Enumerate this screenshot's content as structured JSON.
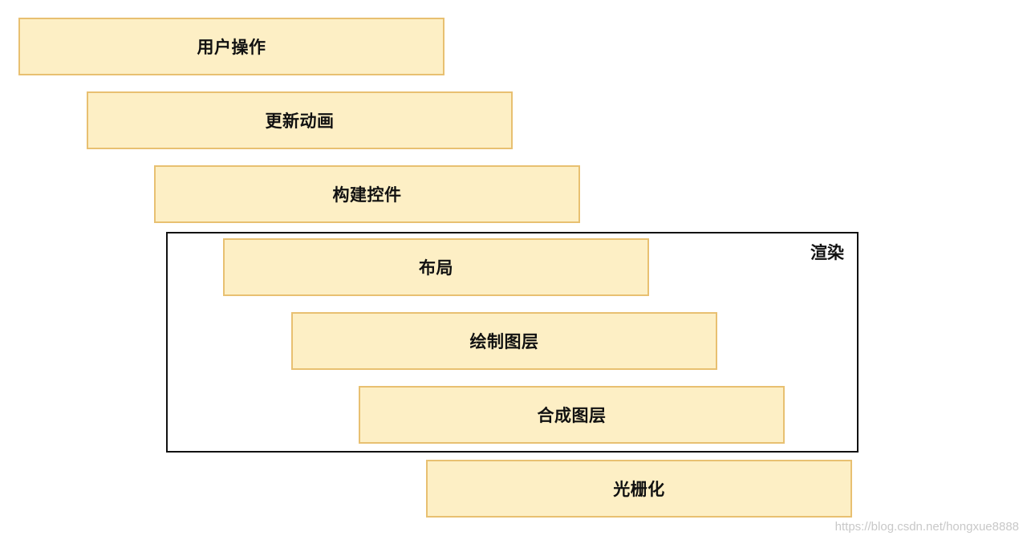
{
  "diagram": {
    "steps": [
      {
        "label": "用户操作"
      },
      {
        "label": "更新动画"
      },
      {
        "label": "构建控件"
      },
      {
        "label": "布局"
      },
      {
        "label": "绘制图层"
      },
      {
        "label": "合成图层"
      },
      {
        "label": "光栅化"
      }
    ],
    "group": {
      "label": "渲染"
    },
    "colors": {
      "box_fill": "#fdefc5",
      "box_border": "#e8c071",
      "group_border": "#111111",
      "text": "#111111"
    }
  },
  "watermark": "https://blog.csdn.net/hongxue8888"
}
